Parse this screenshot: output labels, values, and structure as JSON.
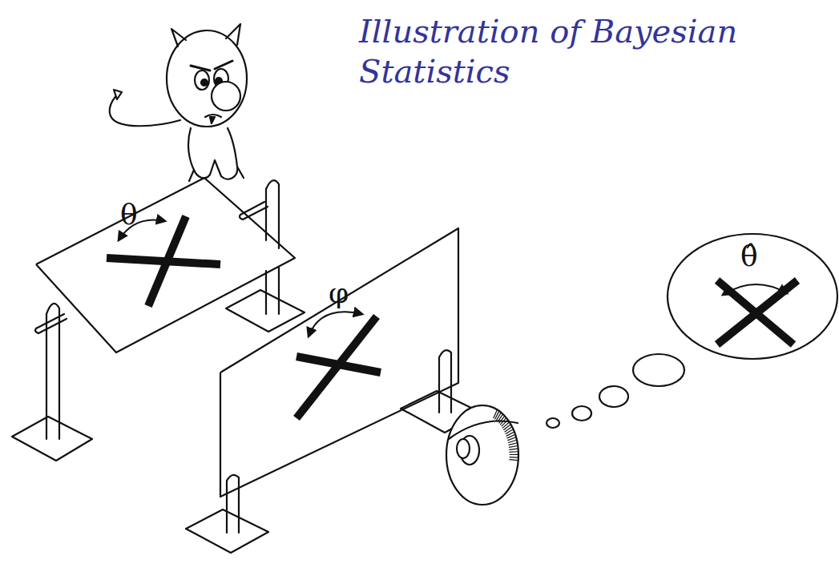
{
  "diagram": {
    "title": "Illustration of Bayesian Statistics",
    "nodes": [
      {
        "text": [
          "θ"
        ]
      },
      {
        "text": [
          "φ"
        ]
      },
      {
        "text": [
          "θ̂"
        ]
      }
    ]
  }
}
